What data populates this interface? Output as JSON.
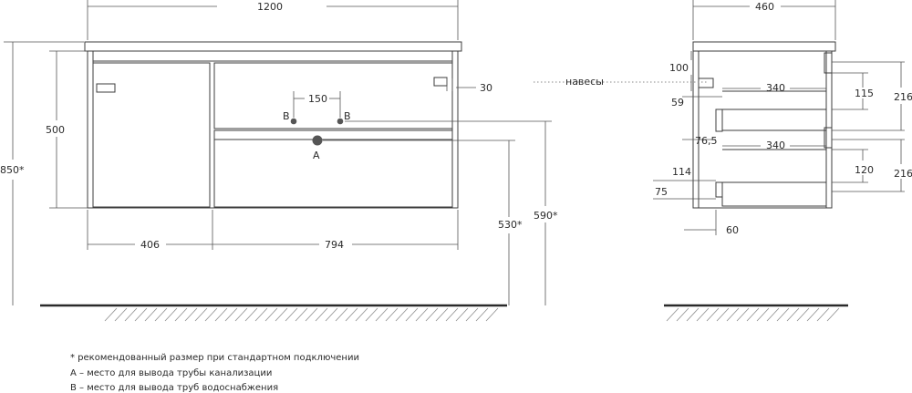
{
  "front": {
    "dim_width": "1200",
    "dim_height_total": "850*",
    "dim_height_body": "500",
    "dim_left_section": "406",
    "dim_right_section": "794",
    "dim_pipe_spacing": "150",
    "dim_offset": "30",
    "dim_drain_height": "530*",
    "dim_supply_height": "590*",
    "label_supply_left": "B",
    "label_supply_right": "B",
    "label_drain": "A"
  },
  "side": {
    "dim_depth": "460",
    "label_hinges": "навесы",
    "dim_top": "100",
    "dim_drawer_depth_upper": "340",
    "dim_drawer_depth_lower": "340",
    "dim_59": "59",
    "dim_115": "115",
    "dim_216_upper": "216",
    "dim_76_5": "76,5",
    "dim_114": "114",
    "dim_120": "120",
    "dim_216_lower": "216",
    "dim_75": "75",
    "dim_60": "60"
  },
  "notes": [
    "* рекомендованный размер при стандартном подключении",
    "А – место для вывода трубы канализации",
    "В – место для вывода труб водоснабжения"
  ]
}
